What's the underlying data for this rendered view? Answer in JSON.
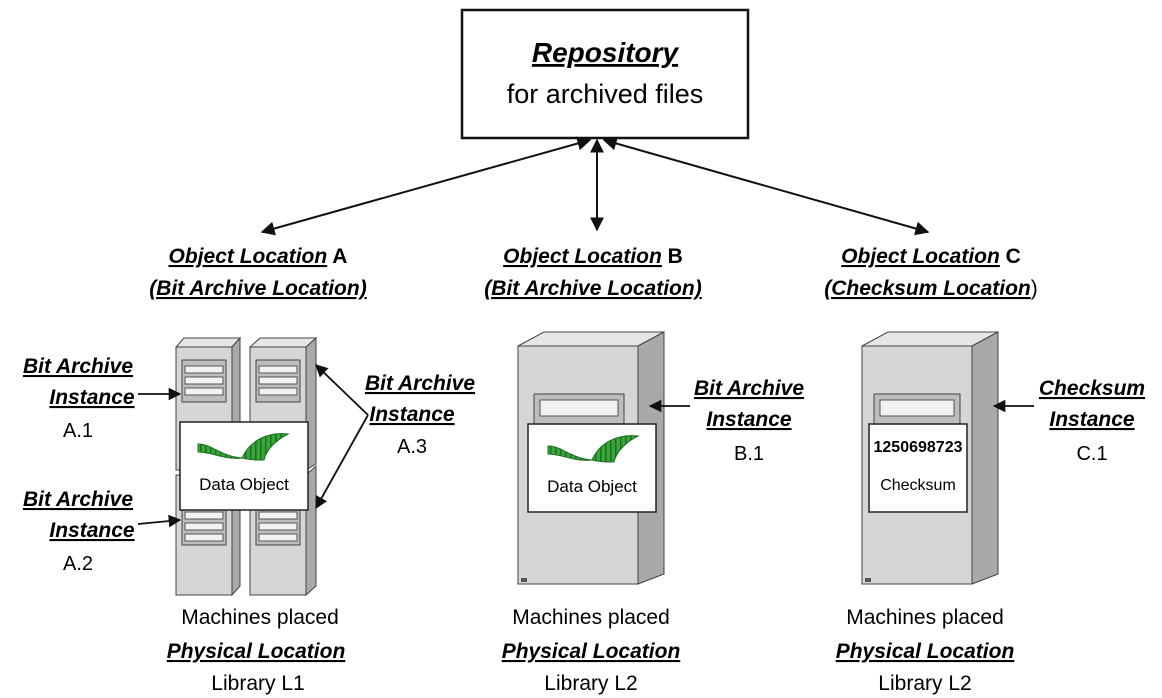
{
  "repository": {
    "title": "Repository",
    "subtitle": "for archived files"
  },
  "locations": [
    {
      "heading_em": "Object Location",
      "heading_letter": " A",
      "subheading": "(Bit Archive Location)",
      "subheading_suffix": "",
      "placement": "Machines placed",
      "physical": "Physical Location",
      "library": "Library L1"
    },
    {
      "heading_em": "Object Location",
      "heading_letter": " B",
      "subheading": "(Bit Archive Location)",
      "subheading_suffix": "",
      "placement": "Machines placed",
      "physical": "Physical Location",
      "library": "Library L2"
    },
    {
      "heading_em": "Object Location",
      "heading_letter": " C",
      "subheading": "(Checksum Location",
      "subheading_suffix": ")",
      "placement": "Machines placed",
      "physical": "Physical Location",
      "library": "Library L2"
    }
  ],
  "instances": {
    "a1": {
      "line1": "Bit Archive",
      "line2": "Instance",
      "id": "A.1"
    },
    "a2": {
      "line1": "Bit Archive",
      "line2": "Instance",
      "id": "A.2"
    },
    "a3": {
      "line1": "Bit Archive",
      "line2": "Instance",
      "id": "A.3"
    },
    "b1": {
      "line1": "Bit Archive",
      "line2": "Instance",
      "id": "B.1"
    },
    "c1": {
      "line1": "Checksum",
      "line2": "Instance",
      "id": "C.1"
    }
  },
  "cards": {
    "data_object_a": "Data Object",
    "data_object_b": "Data Object",
    "checksum_value": "1250698723",
    "checksum_label": "Checksum"
  },
  "colors": {
    "server_front": "#d6d6d6",
    "server_side": "#a9a9a9",
    "server_top": "#e6e6e6",
    "logo_green": "#2e9a32",
    "line": "#111111"
  }
}
